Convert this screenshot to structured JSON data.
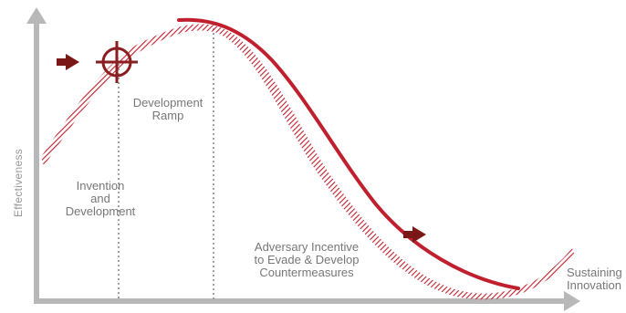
{
  "diagram": {
    "y_axis_label": "Effectiveness",
    "x_axis_end_label_line1": "Sustaining",
    "x_axis_end_label_line2": "Innovation",
    "label_invention": {
      "line1": "Invention",
      "line2": "and",
      "line3": "Development"
    },
    "label_ramp": {
      "line1": "Development",
      "line2": "Ramp"
    },
    "label_adversary": {
      "line1": "Adversary Incentive",
      "line2": "to Evade & Develop",
      "line3": "Countermeasures"
    },
    "colors": {
      "axis": "#b8b8b8",
      "curve_solid": "#c0202e",
      "curve_hatched": "#c0202e",
      "arrow": "#7a1717",
      "target": "#8a1e1e",
      "dotted": "#a0a0a0",
      "text": "#777777"
    },
    "icons": [
      "arrow-right-icon",
      "crosshair-target-icon"
    ]
  }
}
